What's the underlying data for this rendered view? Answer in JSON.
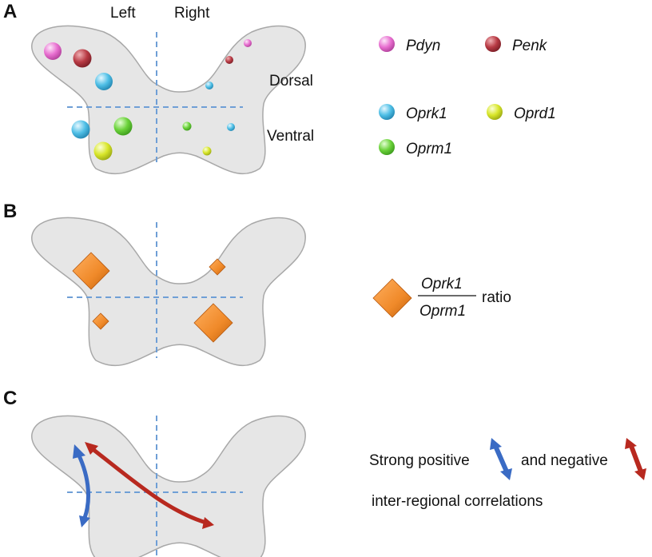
{
  "panel_a": {
    "label": "A",
    "left_label": "Left",
    "right_label": "Right",
    "dorsal_label": "Dorsal",
    "ventral_label": "Ventral",
    "legend": [
      {
        "name": "Pdyn",
        "color": "#e86fd0"
      },
      {
        "name": "Penk",
        "color": "#b83a44"
      },
      {
        "name": "Oprk1",
        "color": "#4fbfe6"
      },
      {
        "name": "Oprd1",
        "color": "#d8e62a"
      },
      {
        "name": "Oprm1",
        "color": "#6bd23a"
      }
    ]
  },
  "panel_b": {
    "label": "B",
    "ratio_numerator": "Oprk1",
    "ratio_denominator": "Oprm1",
    "ratio_word": "ratio",
    "diamond_color": "#f08a2a"
  },
  "panel_c": {
    "label": "C",
    "text_strong_positive": "Strong positive",
    "text_and_negative": "and negative",
    "text_line2": "inter-regional correlations",
    "positive_color": "#3a6bc4",
    "negative_color": "#b8291f"
  }
}
